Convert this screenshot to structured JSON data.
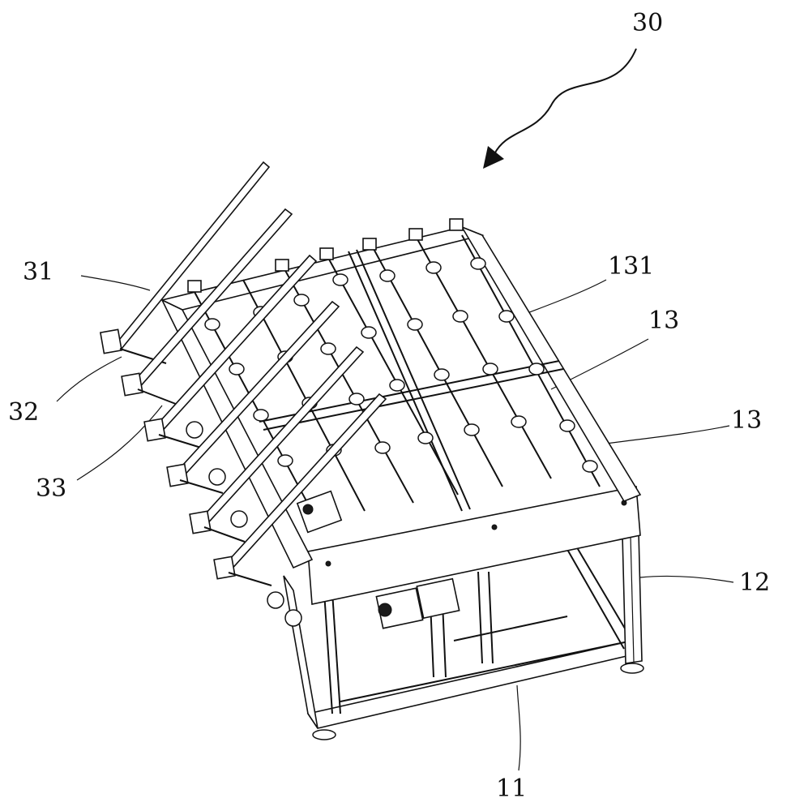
{
  "labels": {
    "assembly": "30",
    "arm": "31",
    "arm_bracket": "32",
    "pivot": "33",
    "roller_shaft": "131",
    "roller_a": "13",
    "roller_b": "13",
    "leg": "12",
    "base_frame": "11"
  }
}
